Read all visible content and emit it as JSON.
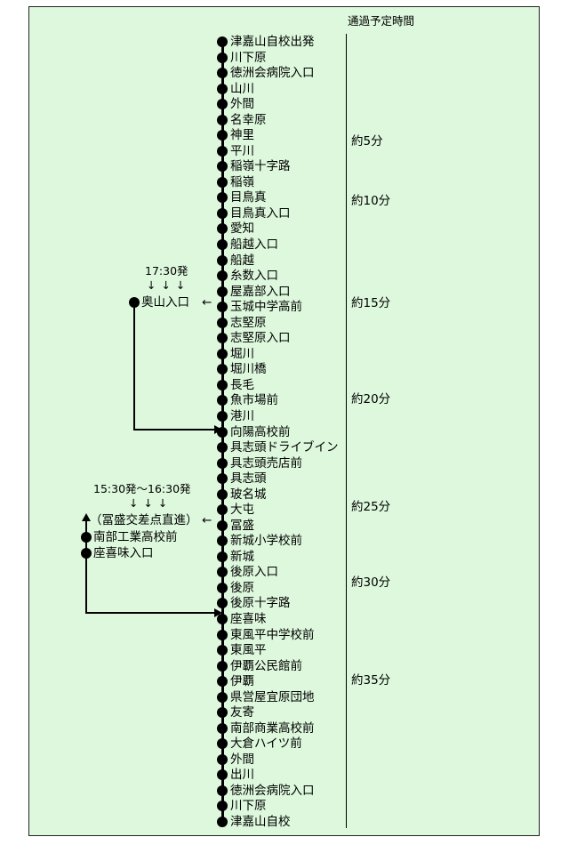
{
  "header": {
    "title": "通過予定時間"
  },
  "stops": [
    "津嘉山自校出発",
    "川下原",
    "徳洲会病院入口",
    "山川",
    "外間",
    "名幸原",
    "神里",
    "平川",
    "稲嶺十字路",
    "稲嶺",
    "目鳥真",
    "目鳥真入口",
    "愛知",
    "船越入口",
    "船越",
    "糸数入口",
    "屋嘉部入口",
    "玉城中学高前",
    "志堅原",
    "志堅原入口",
    "堀川",
    "堀川橋",
    "長毛",
    "魚市場前",
    "港川",
    "向陽高校前",
    "具志頭ドライブイン",
    "具志頭売店前",
    "具志頭",
    "玻名城",
    "大屯",
    "冨盛",
    "新城小学校前",
    "新城",
    "後原入口",
    "後原",
    "後原十字路",
    "座喜味",
    "東風平中学校前",
    "東風平",
    "伊覇公民館前",
    "伊覇",
    "県営屋宜原団地",
    "友寄",
    "南部商業高校前",
    "大倉ハイツ前",
    "外間",
    "出川",
    "徳洲会病院入口",
    "川下原",
    "津嘉山自校"
  ],
  "times": [
    {
      "label": "約5分"
    },
    {
      "label": "約10分"
    },
    {
      "label": "約15分"
    },
    {
      "label": "約20分"
    },
    {
      "label": "約25分"
    },
    {
      "label": "約30分"
    },
    {
      "label": "約35分"
    }
  ],
  "branch1": {
    "departure": "17:30発",
    "arrows": "↓ ↓ ↓",
    "stop": "奥山入口",
    "arrow_left": "←"
  },
  "branch2": {
    "departure": "15:30発～16:30発",
    "arrows": "↓ ↓ ↓",
    "note": "（冨盛交差点直進）",
    "arrow_left": "←",
    "stops": [
      "南部工業高校前",
      "座喜味入口"
    ]
  }
}
